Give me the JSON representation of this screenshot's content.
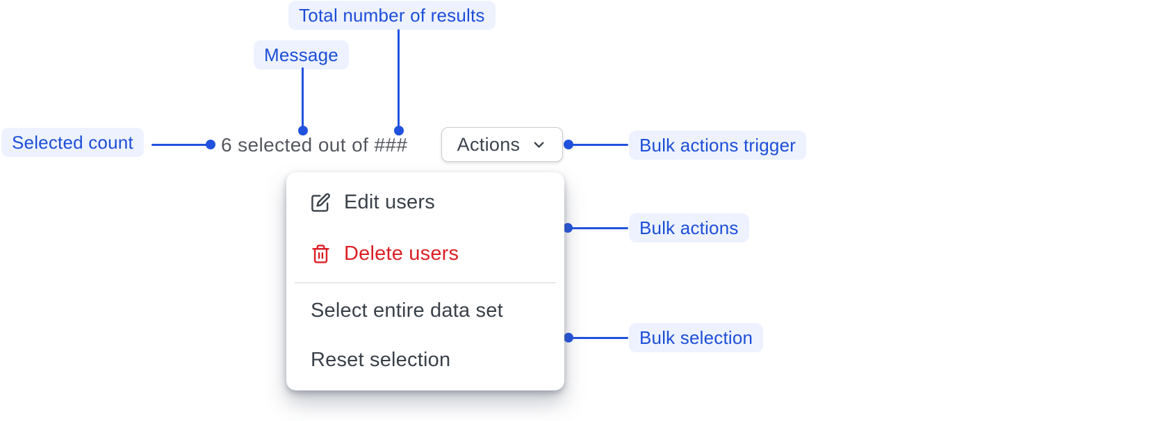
{
  "annotations": {
    "total_results": "Total number of results",
    "message": "Message",
    "selected_count": "Selected count",
    "bulk_actions_trigger": "Bulk actions trigger",
    "bulk_actions": "Bulk actions",
    "bulk_selection": "Bulk selection"
  },
  "toolbar": {
    "message": "6 selected out of ###",
    "actions_label": "Actions"
  },
  "menu": {
    "items": [
      {
        "label": "Edit users",
        "icon": "edit-icon",
        "tone": "default"
      },
      {
        "label": "Delete users",
        "icon": "trash-icon",
        "tone": "danger"
      },
      {
        "label": "Select entire data set",
        "icon": "",
        "tone": "default"
      },
      {
        "label": "Reset selection",
        "icon": "",
        "tone": "default"
      }
    ]
  },
  "colors": {
    "annotation_text": "#1d4ed8",
    "annotation_bg": "#edf2fe",
    "connector": "#2152dd",
    "danger": "#dc1f26",
    "menu_text": "#3a4048",
    "muted_text": "#55575e",
    "button_border": "#c9ccd1"
  }
}
